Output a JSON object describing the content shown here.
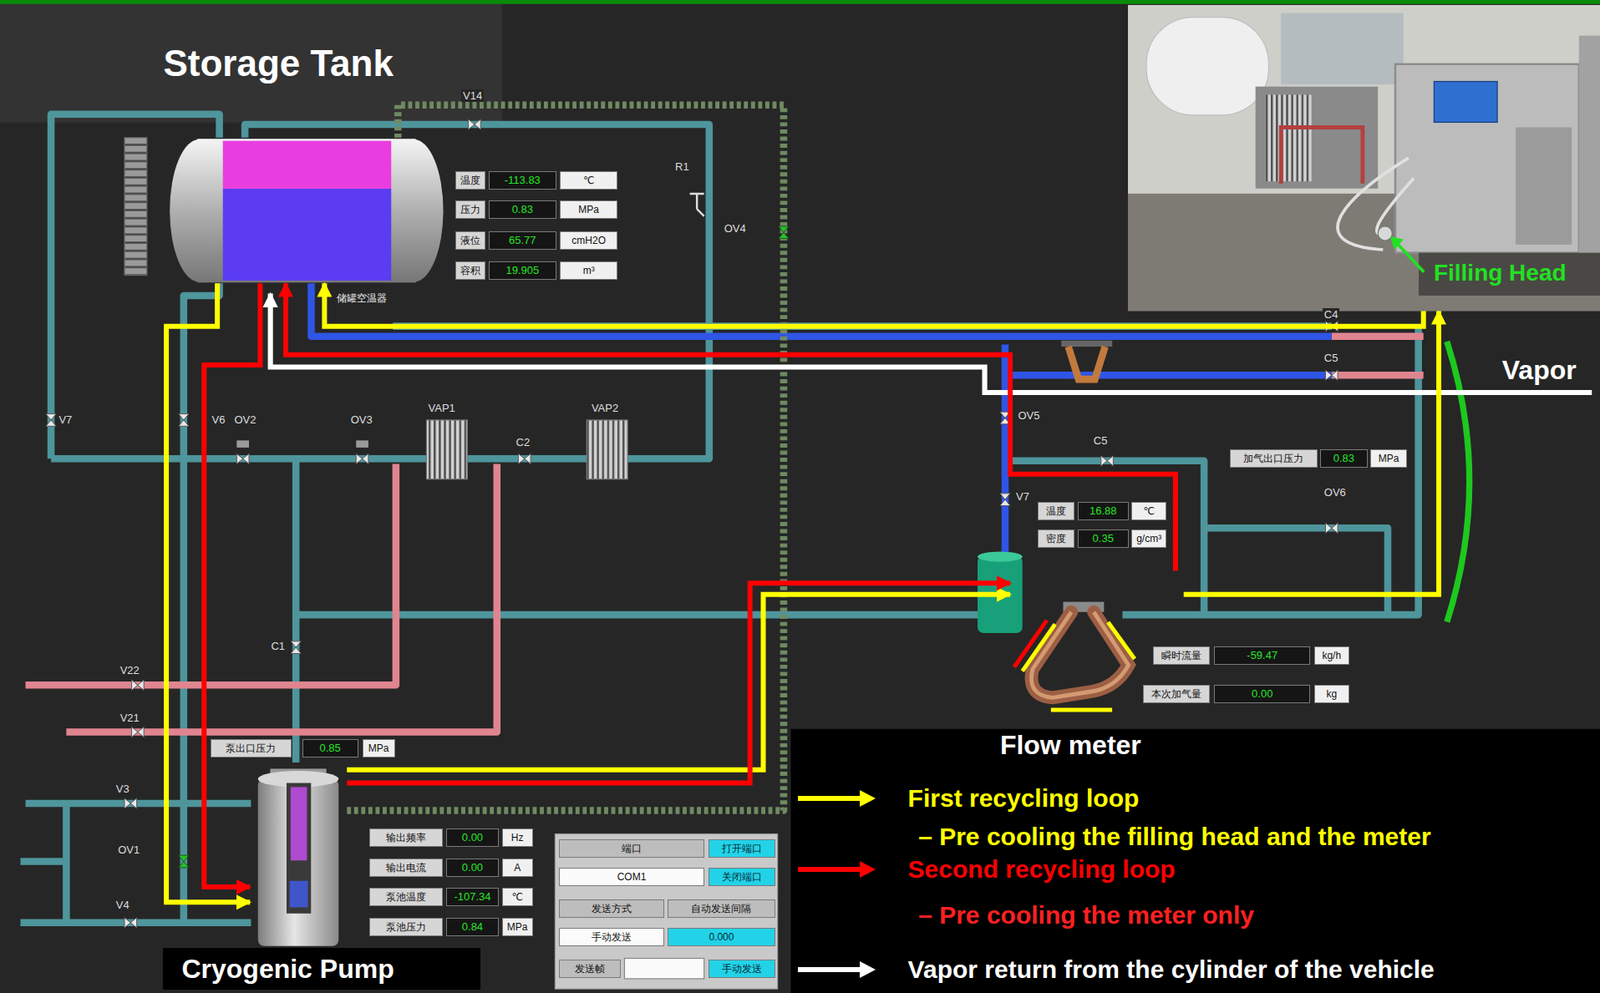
{
  "diagram": {
    "nodes": [
      {
        "text": [
          "Storage Tank"
        ]
      },
      {
        "text": [
          "Filling Head"
        ]
      },
      {
        "text": [
          "Flow meter"
        ]
      },
      {
        "text": [
          "Cryogenic Pump"
        ]
      }
    ],
    "edges": [
      {
        "from": 0,
        "to": 3,
        "arrow": "to"
      },
      {
        "from": 3,
        "to": 2,
        "arrow": "to"
      },
      {
        "from": 2,
        "to": 1,
        "arrow": "to"
      },
      {
        "from": 1,
        "to": 0,
        "arrow": "to"
      },
      {
        "from": 0,
        "to": 3,
        "arrow": "to"
      },
      {
        "from": 3,
        "to": 2,
        "arrow": "to"
      },
      {
        "from": 2,
        "to": 0,
        "arrow": "to"
      }
    ],
    "labels": [
      "V14",
      "R1",
      "OV4",
      "温度",
      "-113.83",
      "℃",
      "压力",
      "0.83",
      "MPa",
      "液位",
      "65.77",
      "cmH2O",
      "容积",
      "19.905",
      "m³",
      "储罐空温器",
      "V7",
      "V6",
      "OV2",
      "OV3",
      "VAP1",
      "VAP2",
      "C2",
      "C1",
      "V22",
      "V21",
      "V3",
      "OV1",
      "V4",
      "泵出口压力",
      "0.85",
      "MPa",
      "输出频率",
      "0.00",
      "Hz",
      "输出电流",
      "0.00",
      "A",
      "泵池温度",
      "-107.34",
      "℃",
      "泵池压力",
      "0.84",
      "MPa",
      "端口",
      "打开端口",
      "COM1",
      "关闭端口",
      "发送方式",
      "自动发送间隔",
      "手动发送",
      "0.000",
      "发送帧",
      "手动发送",
      "C4",
      "Vapor",
      "C5",
      "OV5",
      "C5",
      "加气出口压力",
      "0.83",
      "MPa",
      "OV6",
      "V7",
      "温度",
      "16.88",
      "℃",
      "密度",
      "0.35",
      "g/cm³",
      "瞬时流量",
      "-59.47",
      "kg/h",
      "本次加气量",
      "0.00",
      "kg",
      "– Pre cooling the filling head and the meter",
      "– Pre cooling the meter only"
    ],
    "legend": [
      {
        "text": "First recycling loop",
        "color": "#ffff00"
      },
      {
        "text": "Second recycling loop",
        "color": "#ff0000"
      },
      {
        "text": "Vapor return from the cylinder of the vehicle",
        "color": "#ffffff"
      }
    ]
  }
}
